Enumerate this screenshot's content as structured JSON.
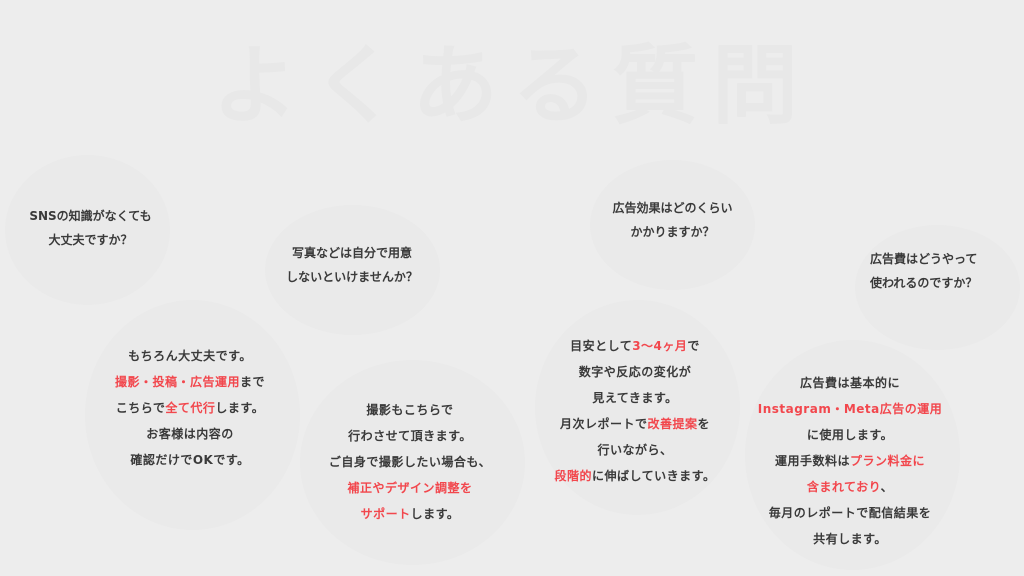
{
  "page_title": "よくある質問",
  "accent_color": "#f2474d",
  "text_color": "#3a3a3a",
  "faqs": [
    {
      "question": [
        "SNSの知識がなくても",
        "大丈夫ですか？"
      ],
      "answer": [
        [
          {
            "t": "もちろん大丈夫です。"
          }
        ],
        [
          {
            "t": "撮影・投稿・広告運用",
            "hl": true
          },
          {
            "t": "まで"
          }
        ],
        [
          {
            "t": "こちらで"
          },
          {
            "t": "全て代行",
            "hl": true
          },
          {
            "t": "します。"
          }
        ],
        [
          {
            "t": "お客様は内容の"
          }
        ],
        [
          {
            "t": "確認だけでOKです。"
          }
        ]
      ]
    },
    {
      "question": [
        "写真などは自分で用意",
        "しないといけませんか？"
      ],
      "answer": [
        [
          {
            "t": "撮影もこちらで"
          }
        ],
        [
          {
            "t": "行わさせて頂きます。"
          }
        ],
        [
          {
            "t": "ご自身で撮影したい場合も、"
          }
        ],
        [
          {
            "t": "補正やデザイン調整を",
            "hl": true
          }
        ],
        [
          {
            "t": "サポート",
            "hl": true
          },
          {
            "t": "します。"
          }
        ]
      ]
    },
    {
      "question": [
        "広告効果はどのくらい",
        "かかりますか？"
      ],
      "answer": [
        [
          {
            "t": "目安として"
          },
          {
            "t": "3〜4ヶ月",
            "hl": true
          },
          {
            "t": "で"
          }
        ],
        [
          {
            "t": "数字や反応の変化が"
          }
        ],
        [
          {
            "t": "見えてきます。"
          }
        ],
        [
          {
            "t": "月次レポートで"
          },
          {
            "t": "改善提案",
            "hl": true
          },
          {
            "t": "を"
          }
        ],
        [
          {
            "t": "行いながら、"
          }
        ],
        [
          {
            "t": "段階的",
            "hl": true
          },
          {
            "t": "に伸ばしていきます。"
          }
        ]
      ]
    },
    {
      "question": [
        "広告費はどうやって",
        "使われるのですか？"
      ],
      "answer": [
        [
          {
            "t": "広告費は基本的に"
          }
        ],
        [
          {
            "t": "Instagram・Meta広告の運用",
            "hl": true
          }
        ],
        [
          {
            "t": "に使用します。"
          }
        ],
        [
          {
            "t": "運用手数料は"
          },
          {
            "t": "プラン料金に",
            "hl": true
          }
        ],
        [
          {
            "t": "含まれており",
            "hl": true
          },
          {
            "t": "、"
          }
        ],
        [
          {
            "t": "毎月のレポートで配信結果を"
          }
        ],
        [
          {
            "t": "共有します。"
          }
        ]
      ]
    }
  ]
}
